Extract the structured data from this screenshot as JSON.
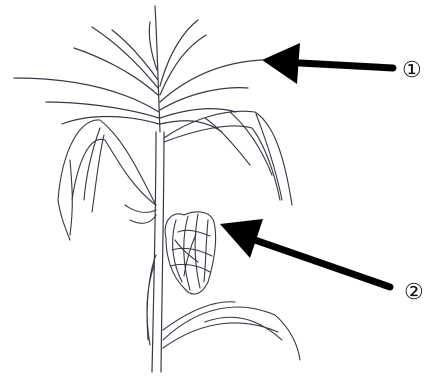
{
  "labels": {
    "tassel_marker": "①",
    "ear_marker": "②"
  },
  "colors": {
    "ink": "#3a3744",
    "arrow": "#000000",
    "background": "#ffffff"
  },
  "icons": {
    "plant": "corn-plant-sketch",
    "arrows": "arrow-left"
  }
}
